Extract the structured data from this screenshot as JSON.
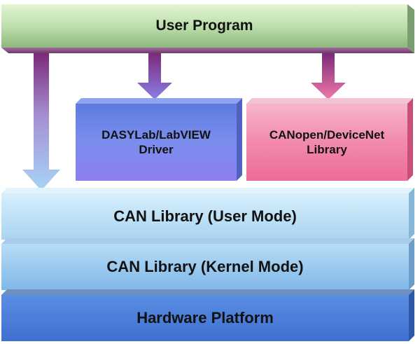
{
  "user_program": {
    "label": "User Program"
  },
  "driver_box": {
    "line1": "DASYLab/LabVIEW",
    "line2": "Driver"
  },
  "library_box": {
    "line1": "CANopen/DeviceNet",
    "line2": "Library"
  },
  "can_user": {
    "label": "CAN Library (User Mode)"
  },
  "can_kernel": {
    "label": "CAN Library (Kernel Mode)"
  },
  "hardware": {
    "label": "Hardware Platform"
  },
  "colors": {
    "user_program_top": "#d7f0c8",
    "user_program_bottom": "#93b987",
    "driver_face": "#6f86ea",
    "library_face": "#f07aa0",
    "can_user_face": "#bfe2f6",
    "can_kernel_face": "#98c9ee",
    "hardware_face": "#4f82dc"
  }
}
